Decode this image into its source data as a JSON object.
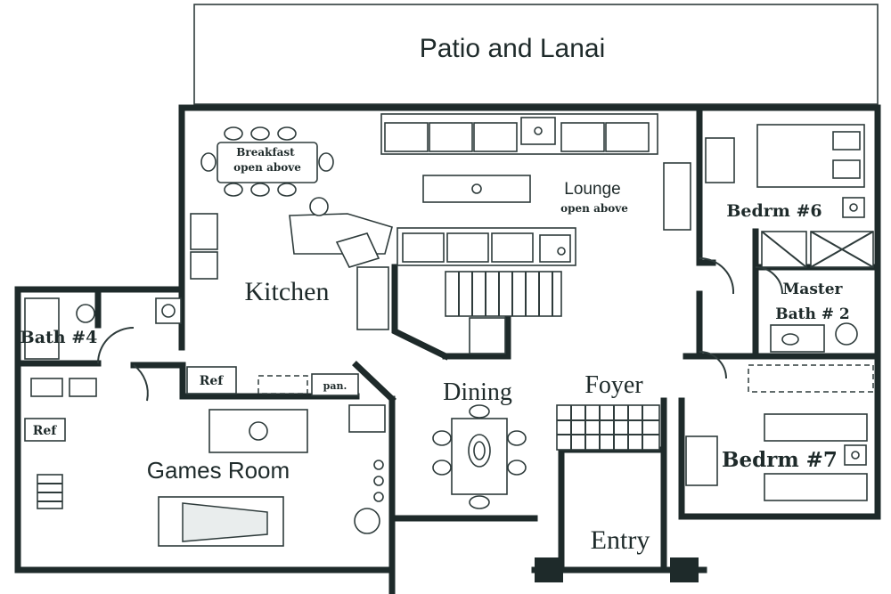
{
  "rooms": {
    "patio": "Patio and Lanai",
    "breakfast": "Breakfast",
    "breakfast_note": "open above",
    "lounge": "Lounge",
    "lounge_note": "open above",
    "bedroom6": "Bedrm #6",
    "master_bath_line1": "Master",
    "master_bath_line2": "Bath # 2",
    "kitchen": "Kitchen",
    "bath4": "Bath #4",
    "dining": "Dining",
    "foyer": "Foyer",
    "games_room": "Games Room",
    "bedroom7": "Bedrm #7",
    "entry": "Entry"
  },
  "fixtures": {
    "ref_kitchen": "Ref",
    "ref_games": "Ref",
    "pantry": "pan."
  }
}
